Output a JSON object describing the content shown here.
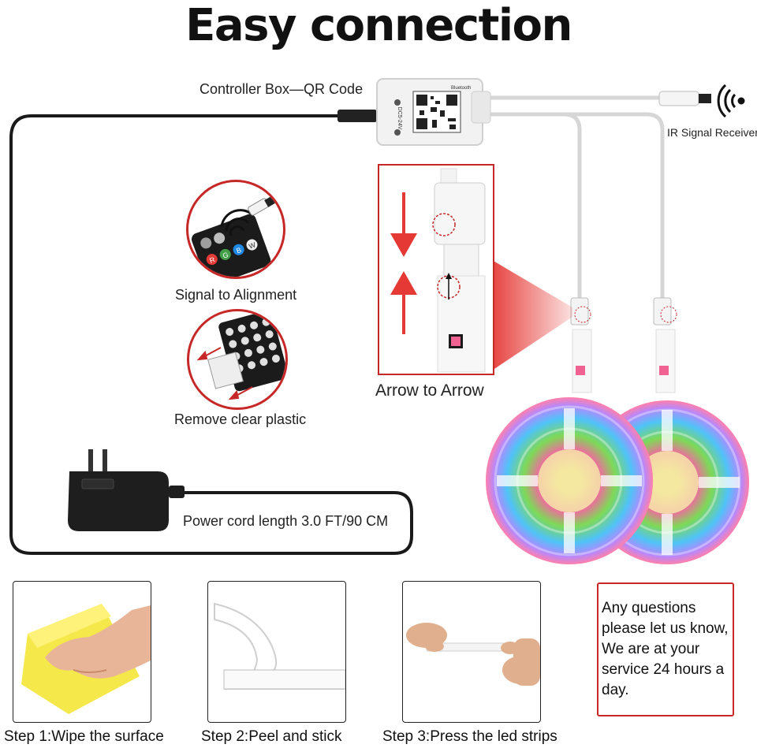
{
  "title": "Easy connection",
  "labels": {
    "controller": "Controller Box—QR Code",
    "ir_receiver": "IR Signal Receiver",
    "signal_alignment": "Signal to Alignment",
    "remove_plastic": "Remove clear plastic",
    "arrow_to_arrow": "Arrow to Arrow",
    "power_cord": "Power cord length 3.0 FT/90 CM"
  },
  "controller_box": {
    "text_a": "DC5-24V",
    "text_b": "Bluetooth"
  },
  "remote_buttons": [
    "R",
    "G",
    "B",
    "W"
  ],
  "steps": [
    {
      "label": "Step 1:Wipe the surface"
    },
    {
      "label": "Step 2:Peel and stick"
    },
    {
      "label": "Step 3:Press the led strips"
    }
  ],
  "note": {
    "lines": [
      "Any questions",
      "please let us know,",
      "We are at your",
      "service 24 hours a",
      "day."
    ]
  },
  "colors": {
    "accent_red": "#c62828",
    "cable_black": "#1a1a1a",
    "cable_white": "#d9d9d9"
  }
}
